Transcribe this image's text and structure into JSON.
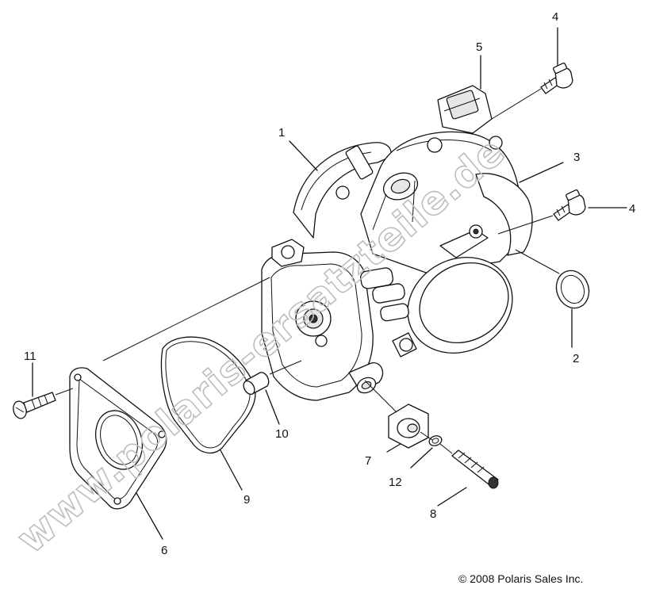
{
  "callouts": {
    "c1": "1",
    "c2": "2",
    "c3": "3",
    "c4a": "4",
    "c4b": "4",
    "c5": "5",
    "c6": "6",
    "c7": "7",
    "c8": "8",
    "c9": "9",
    "c10": "10",
    "c11": "11",
    "c12": "12"
  },
  "copyright": "© 2008 Polaris Sales Inc.",
  "watermark": "www.polaris-ersatzteile.de"
}
